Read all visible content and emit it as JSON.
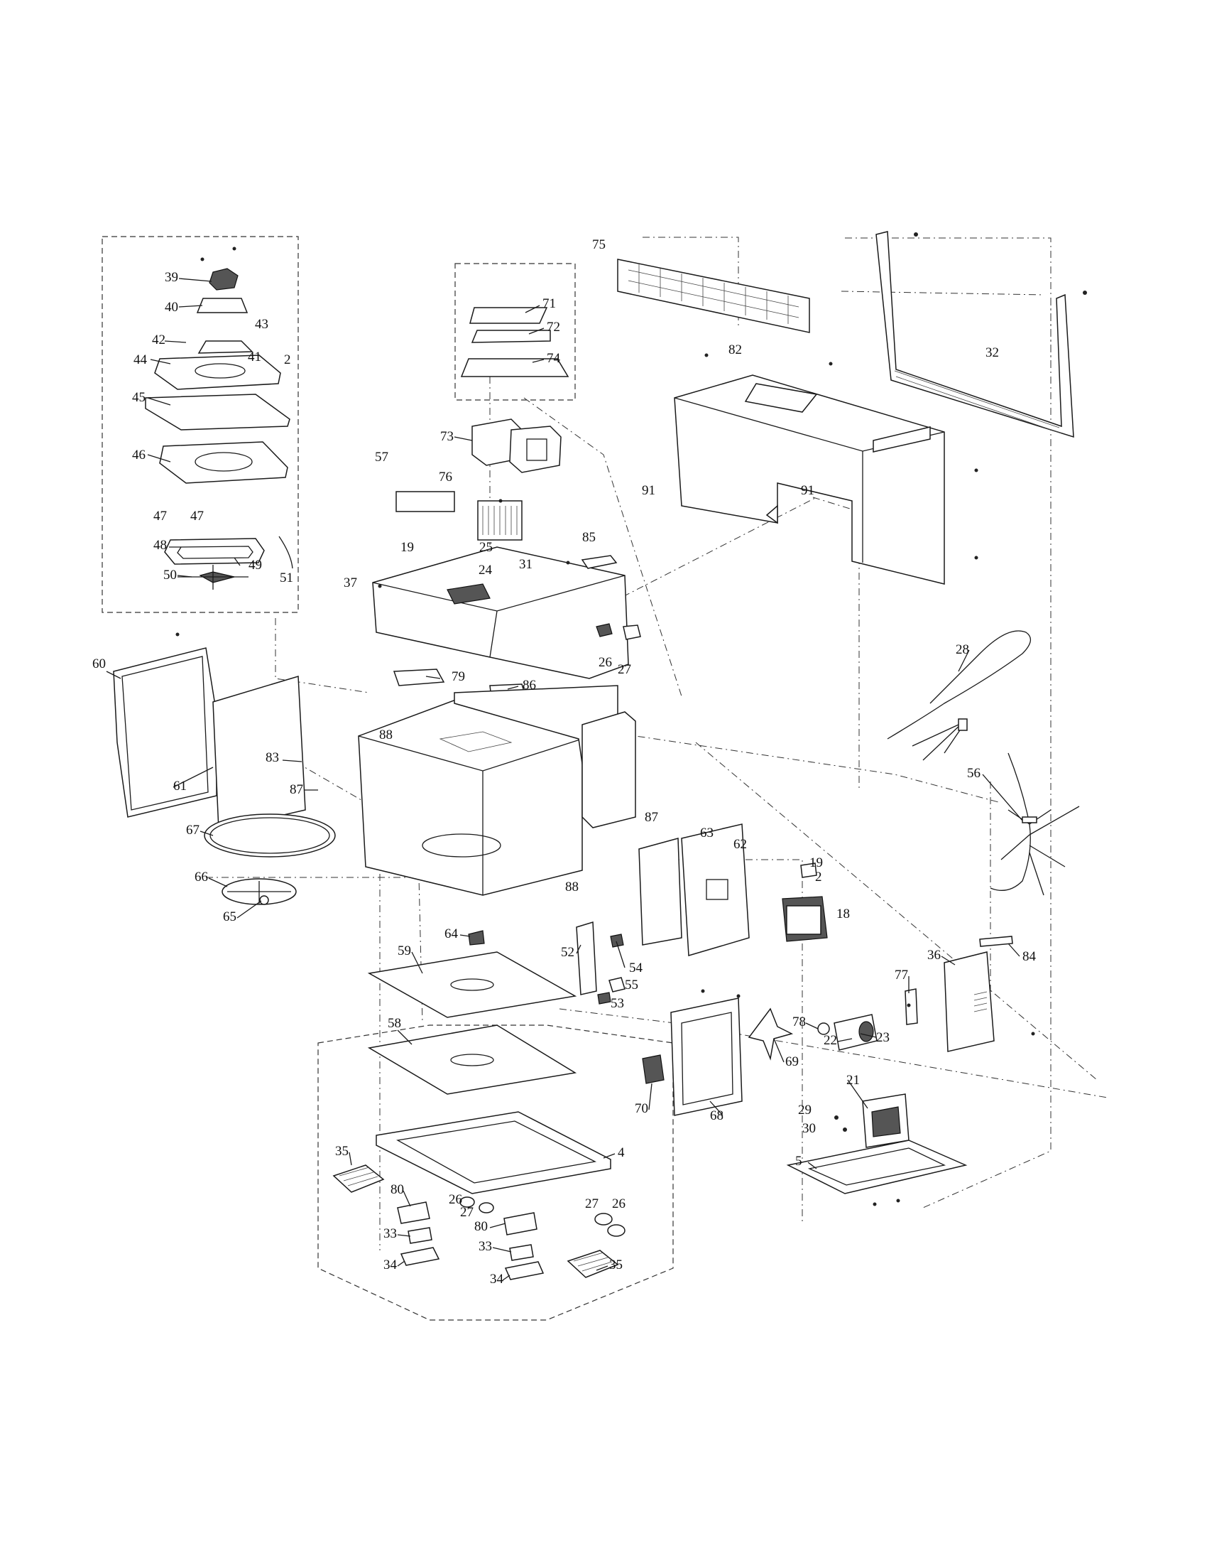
{
  "diagram": {
    "callouts": [
      {
        "id": "c39",
        "text": "39"
      },
      {
        "id": "c40",
        "text": "40"
      },
      {
        "id": "c43",
        "text": "43"
      },
      {
        "id": "c42",
        "text": "42"
      },
      {
        "id": "c41",
        "text": "41"
      },
      {
        "id": "c2a",
        "text": "2"
      },
      {
        "id": "c44",
        "text": "44"
      },
      {
        "id": "c45",
        "text": "45"
      },
      {
        "id": "c46",
        "text": "46"
      },
      {
        "id": "c47a",
        "text": "47"
      },
      {
        "id": "c47b",
        "text": "47"
      },
      {
        "id": "c48",
        "text": "48"
      },
      {
        "id": "c49",
        "text": "49"
      },
      {
        "id": "c50",
        "text": "50"
      },
      {
        "id": "c51",
        "text": "51"
      },
      {
        "id": "c71",
        "text": "71"
      },
      {
        "id": "c72",
        "text": "72"
      },
      {
        "id": "c74",
        "text": "74"
      },
      {
        "id": "c73",
        "text": "73"
      },
      {
        "id": "c75",
        "text": "75"
      },
      {
        "id": "c82",
        "text": "82"
      },
      {
        "id": "c32",
        "text": "32"
      },
      {
        "id": "c91a",
        "text": "91"
      },
      {
        "id": "c91b",
        "text": "91"
      },
      {
        "id": "c57",
        "text": "57"
      },
      {
        "id": "c76",
        "text": "76"
      },
      {
        "id": "c19a",
        "text": "19"
      },
      {
        "id": "c25",
        "text": "25"
      },
      {
        "id": "c24",
        "text": "24"
      },
      {
        "id": "c31",
        "text": "31"
      },
      {
        "id": "c85",
        "text": "85"
      },
      {
        "id": "c37",
        "text": "37"
      },
      {
        "id": "c26a",
        "text": "26"
      },
      {
        "id": "c27a",
        "text": "27"
      },
      {
        "id": "c79",
        "text": "79"
      },
      {
        "id": "c86",
        "text": "86"
      },
      {
        "id": "c60",
        "text": "60"
      },
      {
        "id": "c61",
        "text": "61"
      },
      {
        "id": "c28",
        "text": "28"
      },
      {
        "id": "c88a",
        "text": "88"
      },
      {
        "id": "c83",
        "text": "83"
      },
      {
        "id": "c87a",
        "text": "87"
      },
      {
        "id": "c56",
        "text": "56"
      },
      {
        "id": "c67",
        "text": "67"
      },
      {
        "id": "c87b",
        "text": "87"
      },
      {
        "id": "c63",
        "text": "63"
      },
      {
        "id": "c62",
        "text": "62"
      },
      {
        "id": "c66",
        "text": "66"
      },
      {
        "id": "c65",
        "text": "65"
      },
      {
        "id": "c88b",
        "text": "88"
      },
      {
        "id": "c19b",
        "text": "19"
      },
      {
        "id": "c2b",
        "text": "2"
      },
      {
        "id": "c18",
        "text": "18"
      },
      {
        "id": "c64",
        "text": "64"
      },
      {
        "id": "c52",
        "text": "52"
      },
      {
        "id": "c54",
        "text": "54"
      },
      {
        "id": "c36",
        "text": "36"
      },
      {
        "id": "c84",
        "text": "84"
      },
      {
        "id": "c59",
        "text": "59"
      },
      {
        "id": "c55",
        "text": "55"
      },
      {
        "id": "c77",
        "text": "77"
      },
      {
        "id": "c53",
        "text": "53"
      },
      {
        "id": "c58",
        "text": "58"
      },
      {
        "id": "c78",
        "text": "78"
      },
      {
        "id": "c22",
        "text": "22"
      },
      {
        "id": "c23",
        "text": "23"
      },
      {
        "id": "c69",
        "text": "69"
      },
      {
        "id": "c21",
        "text": "21"
      },
      {
        "id": "c70",
        "text": "70"
      },
      {
        "id": "c68",
        "text": "68"
      },
      {
        "id": "c29",
        "text": "29"
      },
      {
        "id": "c30",
        "text": "30"
      },
      {
        "id": "c35a",
        "text": "35"
      },
      {
        "id": "c4",
        "text": "4"
      },
      {
        "id": "c5",
        "text": "5"
      },
      {
        "id": "c80a",
        "text": "80"
      },
      {
        "id": "c26b",
        "text": "26"
      },
      {
        "id": "c27b",
        "text": "27"
      },
      {
        "id": "c27c",
        "text": "27"
      },
      {
        "id": "c26c",
        "text": "26"
      },
      {
        "id": "c33a",
        "text": "33"
      },
      {
        "id": "c80b",
        "text": "80"
      },
      {
        "id": "c33b",
        "text": "33"
      },
      {
        "id": "c34a",
        "text": "34"
      },
      {
        "id": "c35b",
        "text": "35"
      },
      {
        "id": "c34b",
        "text": "34"
      }
    ]
  }
}
